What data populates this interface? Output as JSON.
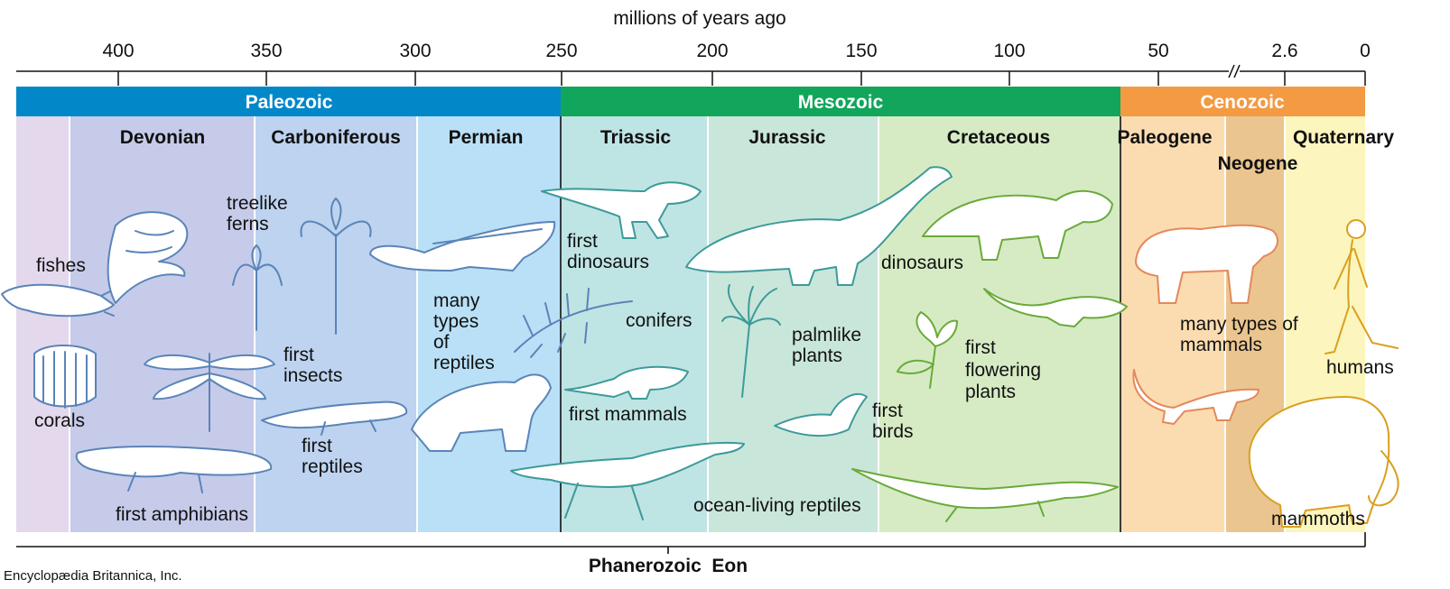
{
  "axis": {
    "title": "millions of years ago",
    "ticks": [
      "400",
      "350",
      "300",
      "250",
      "200",
      "150",
      "100",
      "50",
      "2.6",
      "0"
    ]
  },
  "eras": [
    {
      "name": "Paleozoic",
      "color": "#0288c9"
    },
    {
      "name": "Mesozoic",
      "color": "#11a65b"
    },
    {
      "name": "Cenozoic",
      "color": "#f39a43"
    }
  ],
  "periods": [
    {
      "name": "",
      "color": "#e3d8ec"
    },
    {
      "name": "Devonian",
      "color": "#c6cbea"
    },
    {
      "name": "Carboniferous",
      "color": "#bdd3ef"
    },
    {
      "name": "Permian",
      "color": "#b9e0f6"
    },
    {
      "name": "Triassic",
      "color": "#bfe4e4"
    },
    {
      "name": "Jurassic",
      "color": "#c9e6da"
    },
    {
      "name": "Cretaceous",
      "color": "#d6ebc4"
    },
    {
      "name": "Paleogene",
      "color": "#fbdcb0"
    },
    {
      "name": "Neogene",
      "color": "#ebc58f"
    },
    {
      "name": "Quaternary",
      "color": "#fcf5bd"
    }
  ],
  "annotations": {
    "fishes": "fishes",
    "corals": "corals",
    "first_amphibians": "first amphibians",
    "treelike_ferns": [
      "treelike",
      "ferns"
    ],
    "first_insects": [
      "first",
      "insects"
    ],
    "first_reptiles": [
      "first",
      "reptiles"
    ],
    "many_types_of_reptiles": [
      "many",
      "types",
      "of",
      "reptiles"
    ],
    "first_dinosaurs": [
      "first",
      "dinosaurs"
    ],
    "conifers": "conifers",
    "first_mammals": "first mammals",
    "palmlike_plants": [
      "palmlike",
      "plants"
    ],
    "dinosaurs": "dinosaurs",
    "first_birds": [
      "first",
      "birds"
    ],
    "first_flowering_plants": [
      "first",
      "flowering",
      "plants"
    ],
    "ocean_living_reptiles": "ocean-living reptiles",
    "many_types_of_mammals": [
      "many types of",
      "mammals"
    ],
    "humans": "humans",
    "mammoths": "mammoths"
  },
  "eon": {
    "name": "Phanerozoic  Eon"
  },
  "credit": "Encyclopædia Britannica, Inc.",
  "colors": {
    "paleozoic_art": "#5a84b8",
    "mesozoic_art": "#3d9a9a",
    "cretaceous_art": "#6aaa3a",
    "cenozoic_art": "#e3885a",
    "quaternary_art": "#d9a020"
  }
}
